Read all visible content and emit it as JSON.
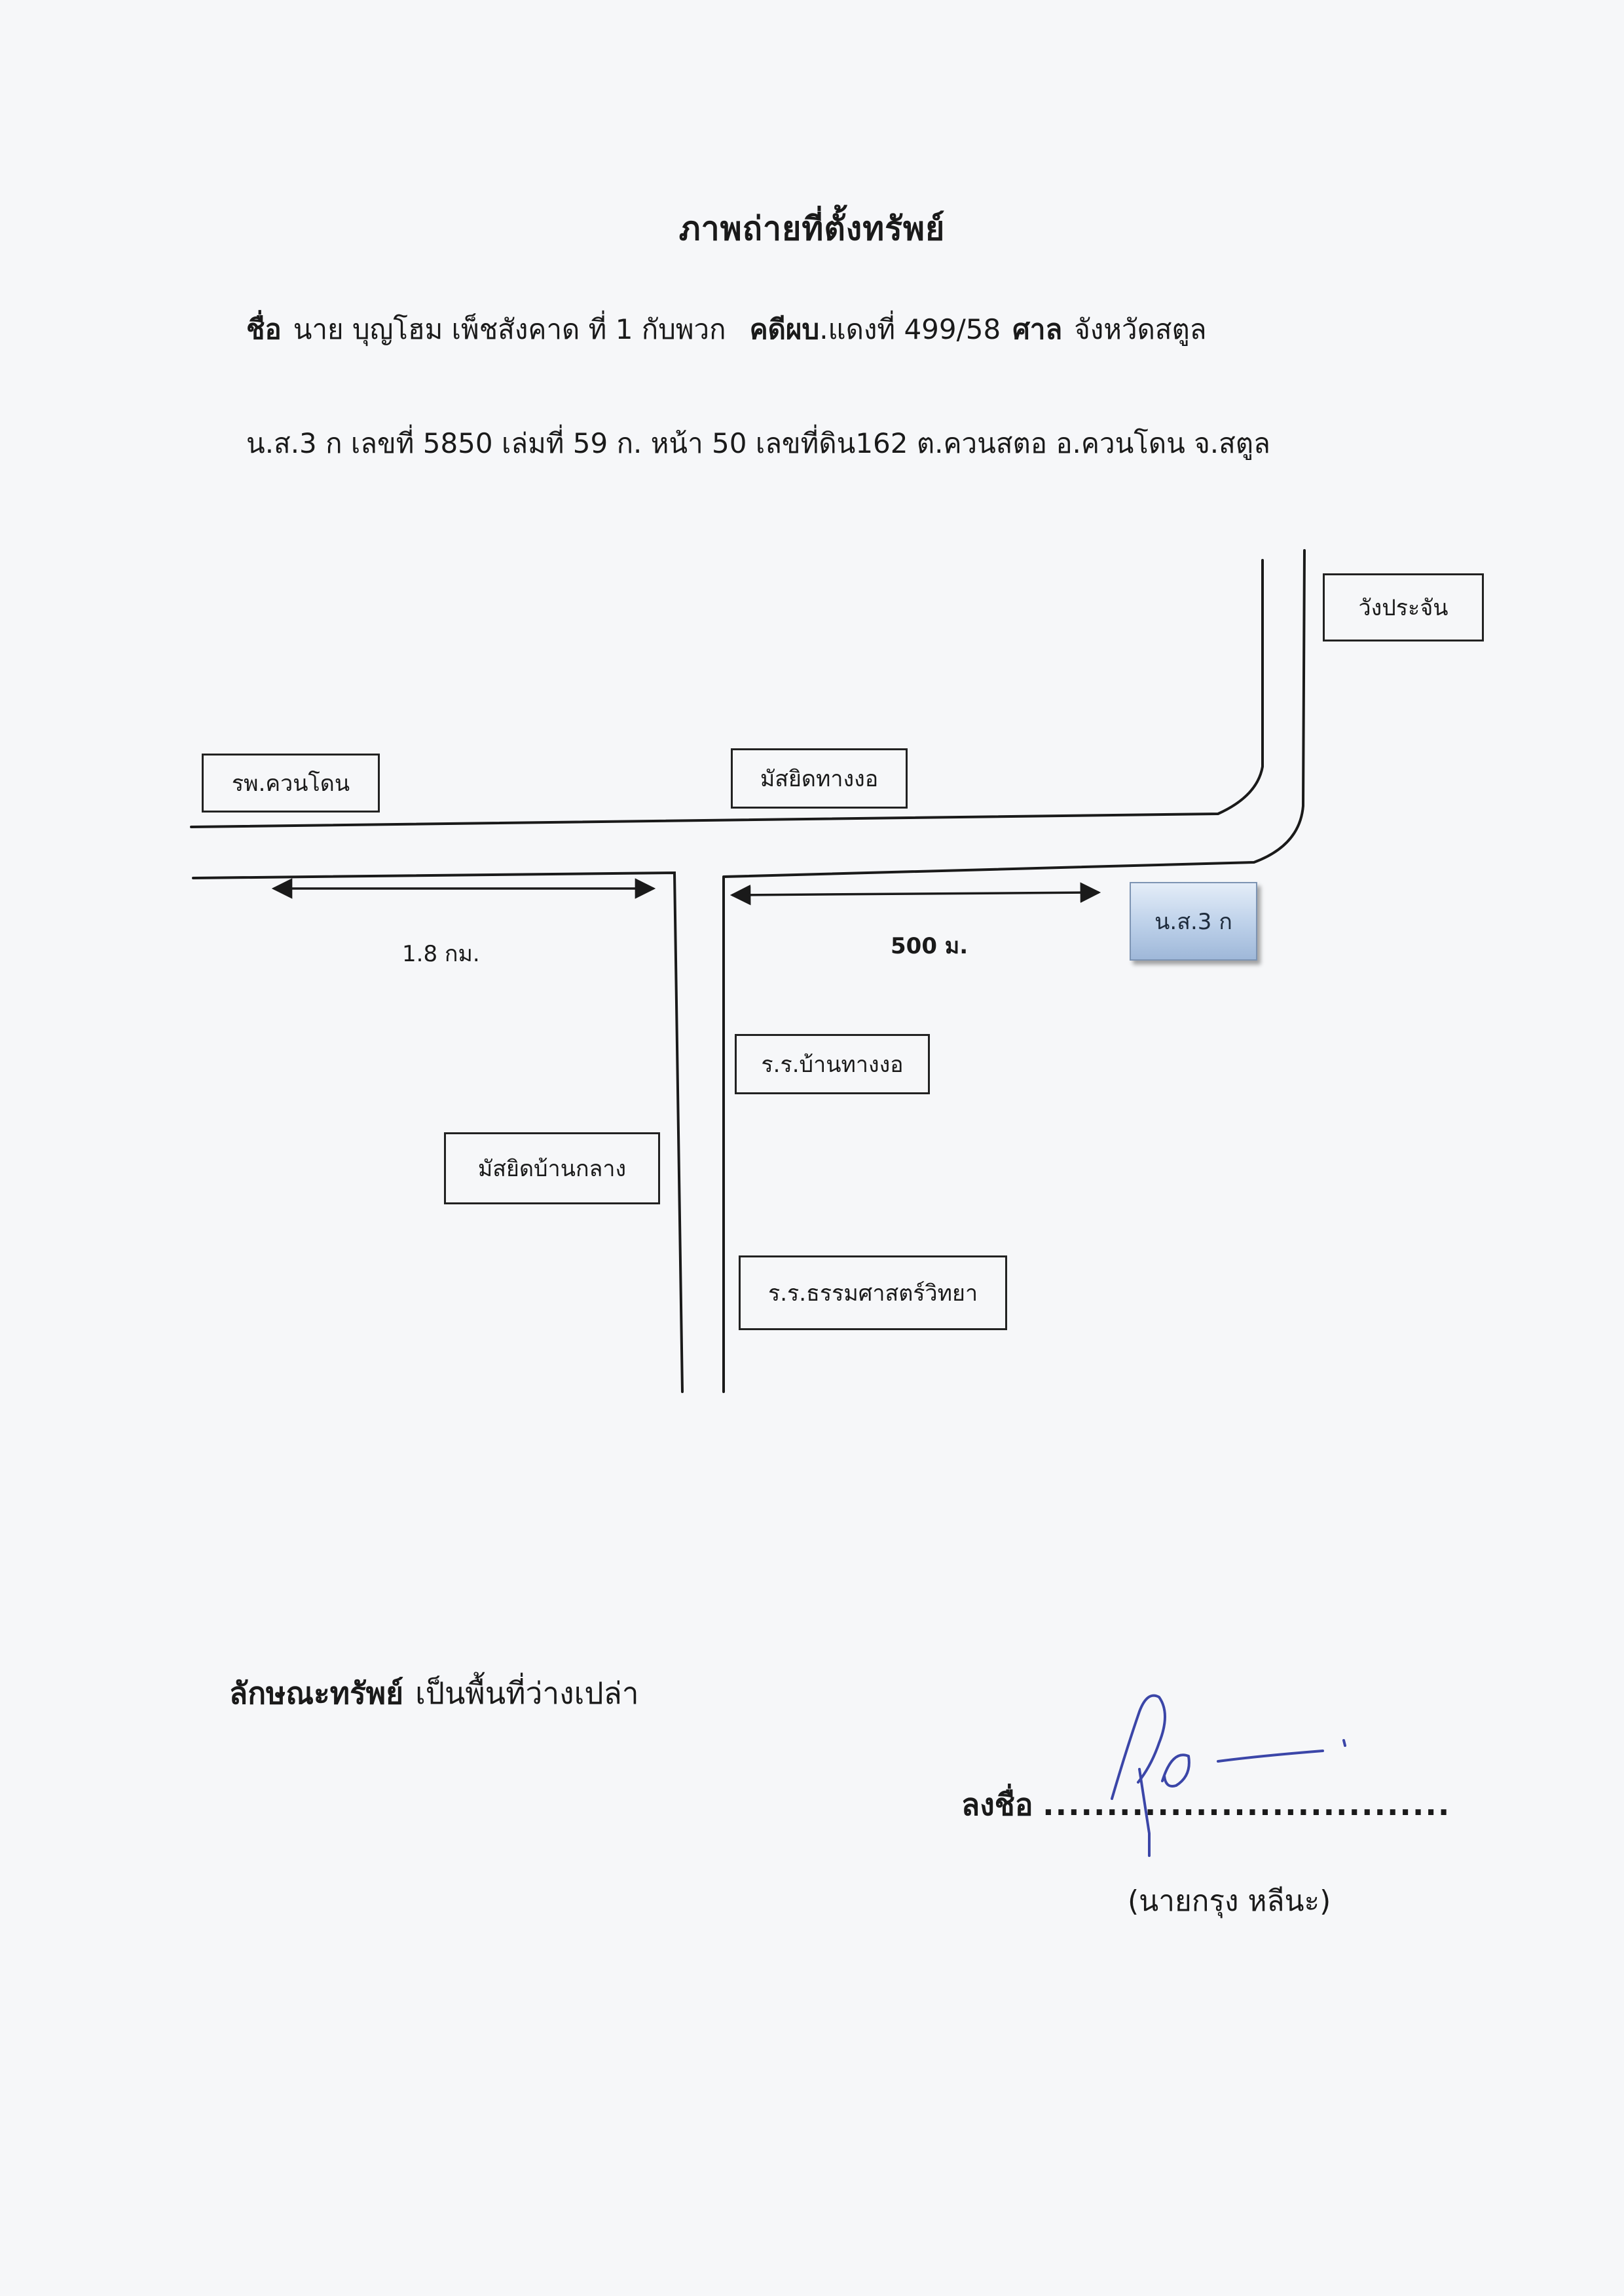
{
  "document": {
    "title": "ภาพถ่ายที่ตั้งทรัพย์",
    "name_label": "ชื่อ",
    "name_value": "นาย บุญโฮม  เพ็ชสังคาด  ที่ 1 กับพวก",
    "case_label": "คดีผบ",
    "case_value": ".แดงที่ 499/58",
    "court_label": "ศาล",
    "court_value": "จังหวัดสตูล",
    "deed_line": "น.ส.3 ก เลขที่ 5850  เล่มที่ 59 ก. หน้า 50 เลขที่ดิน162  ต.ควนสตอ อ.ควนโดน  จ.สตูล"
  },
  "map": {
    "labels": {
      "wang_prachan": "วังประจัน",
      "hospital": "รพ.ควนโดน",
      "mosque_thang_ngo": "มัสยิดทางงอ",
      "plot": "น.ส.3 ก",
      "school_ban_thang_ngo": "ร.ร.บ้านทางงอ",
      "mosque_ban_klang": "มัสยิดบ้านกลาง",
      "school_thammasat": "ร.ร.ธรรมศาสตร์วิทยา"
    },
    "distance_left": "1.8 กม.",
    "distance_right": "500 ม."
  },
  "property": {
    "label": "ลักษณะทรัพย์",
    "value": "เป็นพื้นที่ว่างเปล่า"
  },
  "signature": {
    "label": "ลงชื่อ",
    "dots": "................................",
    "name": "(นายกรุง    หลีนะ)"
  },
  "colors": {
    "ink": "#1a1a1a",
    "signature_ink": "#3b46a8",
    "plot_fill": "#bcd0e9"
  }
}
